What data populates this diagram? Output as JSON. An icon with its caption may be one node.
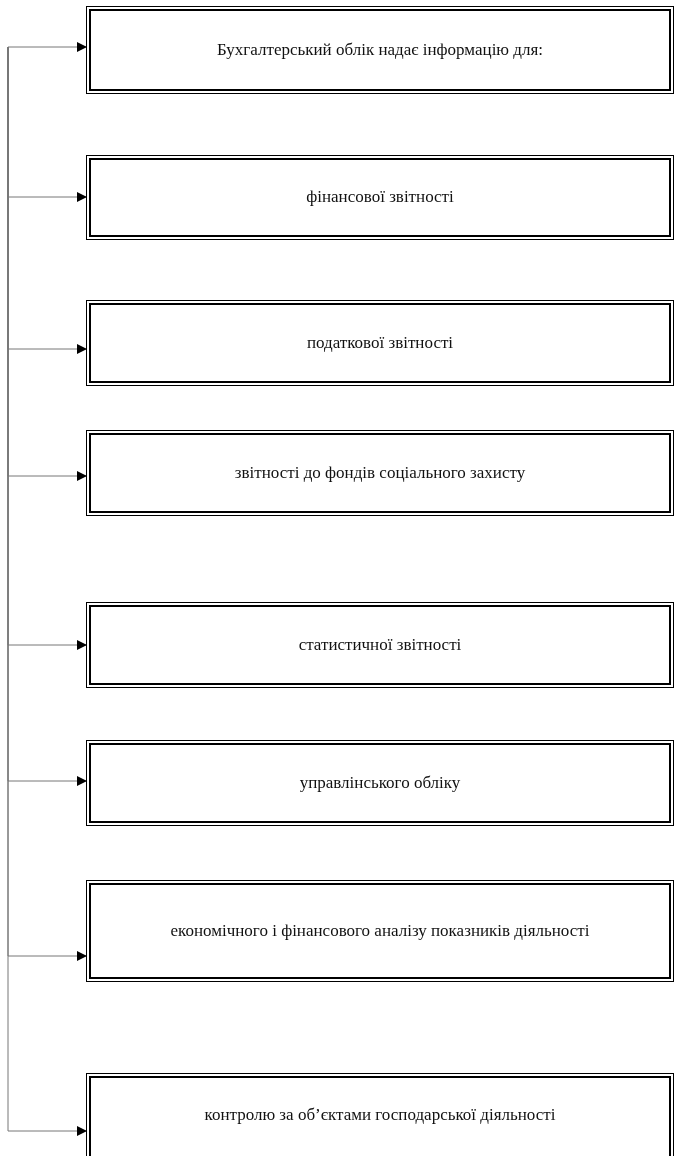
{
  "diagram": {
    "nodes": [
      {
        "text": [
          "Бухгалтерський облік надає інформацію для:"
        ]
      },
      {
        "text": [
          "фінансової звітності"
        ]
      },
      {
        "text": [
          "податкової звітності"
        ]
      },
      {
        "text": [
          "звітності до фондів соціального захисту"
        ]
      },
      {
        "text": [
          "статистичної звітності"
        ]
      },
      {
        "text": [
          "управлінського обліку"
        ]
      },
      {
        "text": [
          "економічного і фінансового аналізу показників діяльності"
        ]
      },
      {
        "text": [
          "контролю за об’єктами господарської діяльності"
        ]
      }
    ],
    "edges": [
      {
        "from": null,
        "to": 0,
        "arrow": "to"
      },
      {
        "from": null,
        "to": 1,
        "arrow": "to"
      },
      {
        "from": null,
        "to": 2,
        "arrow": "to"
      },
      {
        "from": null,
        "to": 3,
        "arrow": "to"
      },
      {
        "from": null,
        "to": 4,
        "arrow": "to"
      },
      {
        "from": null,
        "to": 5,
        "arrow": "to"
      },
      {
        "from": null,
        "to": 6,
        "arrow": "to"
      },
      {
        "from": null,
        "to": 7,
        "arrow": "to"
      }
    ]
  }
}
